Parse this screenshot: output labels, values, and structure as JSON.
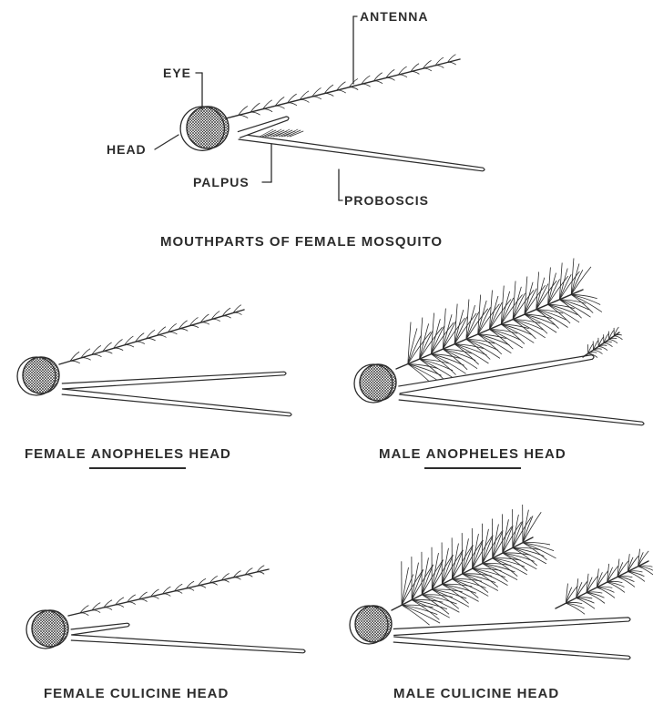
{
  "top_labels": {
    "antenna": "ANTENNA",
    "eye": "EYE",
    "head": "HEAD",
    "palpus": "PALPUS",
    "proboscis": "PROBOSCIS"
  },
  "captions": {
    "main": "MOUTHPARTS OF FEMALE MOSQUITO",
    "female_anopheles": {
      "pre": "FEMALE ",
      "genus": "ANOPHELES",
      "post": " HEAD"
    },
    "male_anopheles": {
      "pre": "MALE ",
      "genus": "ANOPHELES",
      "post": " HEAD"
    },
    "female_culicine": "FEMALE CULICINE HEAD",
    "male_culicine": "MALE CULICINE HEAD"
  },
  "colors": {
    "ink": "#2c2c2c",
    "paper": "#ffffff"
  }
}
